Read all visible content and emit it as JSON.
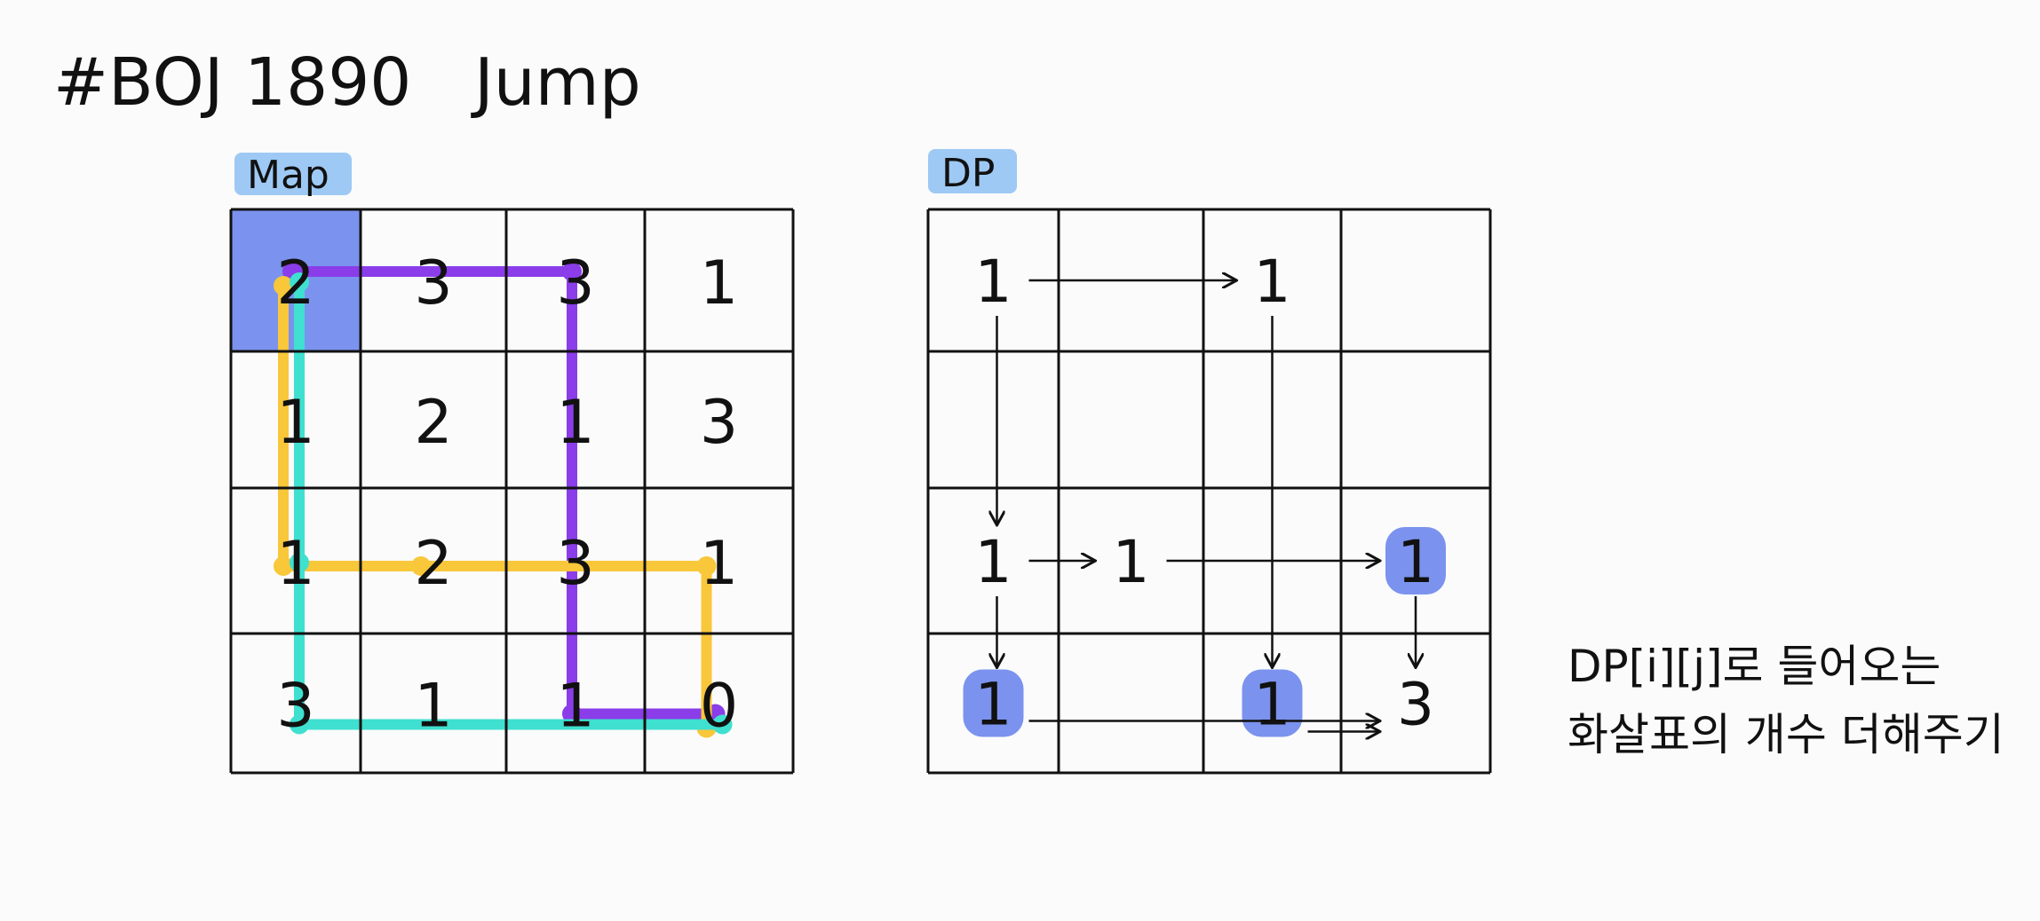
{
  "title": "#BOJ 1890   Jump",
  "map": {
    "label": "Map",
    "label_bg": "#9ec9f4",
    "start_highlight": "#7b93ee",
    "values": [
      [
        "2",
        "3",
        "3",
        "1"
      ],
      [
        "1",
        "2",
        "1",
        "3"
      ],
      [
        "1",
        "2",
        "3",
        "1"
      ],
      [
        "3",
        "1",
        "1",
        "0"
      ]
    ],
    "paths": [
      {
        "color": "#8a3de8",
        "cells": [
          [
            0,
            0
          ],
          [
            0,
            2
          ],
          [
            3,
            2
          ],
          [
            3,
            3
          ]
        ]
      },
      {
        "color": "#f8c73a",
        "cells": [
          [
            0,
            0
          ],
          [
            2,
            0
          ],
          [
            2,
            1
          ],
          [
            2,
            3
          ],
          [
            3,
            3
          ]
        ]
      },
      {
        "color": "#3fe0cf",
        "cells": [
          [
            0,
            0
          ],
          [
            2,
            0
          ],
          [
            3,
            0
          ],
          [
            3,
            3
          ]
        ]
      }
    ]
  },
  "dp": {
    "label": "DP",
    "label_bg": "#9ec9f4",
    "highlight": "#7b93ee",
    "values": [
      [
        "1",
        "",
        "1",
        ""
      ],
      [
        "",
        "",
        "",
        ""
      ],
      [
        "1",
        "1",
        "",
        "1"
      ],
      [
        "1",
        "",
        "1",
        "3"
      ]
    ],
    "highlighted": [
      [
        2,
        3
      ],
      [
        3,
        0
      ],
      [
        3,
        2
      ]
    ],
    "arrows": [
      {
        "from": [
          0,
          0
        ],
        "to": [
          0,
          2
        ]
      },
      {
        "from": [
          0,
          0
        ],
        "to": [
          2,
          0
        ]
      },
      {
        "from": [
          0,
          2
        ],
        "to": [
          3,
          2
        ]
      },
      {
        "from": [
          2,
          0
        ],
        "to": [
          2,
          1
        ]
      },
      {
        "from": [
          2,
          1
        ],
        "to": [
          2,
          3
        ]
      },
      {
        "from": [
          2,
          0
        ],
        "to": [
          3,
          0
        ]
      },
      {
        "from": [
          2,
          3
        ],
        "to": [
          3,
          3
        ]
      },
      {
        "from": [
          3,
          0
        ],
        "to": [
          3,
          3
        ]
      },
      {
        "from": [
          3,
          2
        ],
        "to": [
          3,
          3
        ]
      }
    ]
  },
  "note": {
    "line1": "DP[i][j]로 들어오는",
    "line2": "화살표의 개수 더해주기"
  }
}
